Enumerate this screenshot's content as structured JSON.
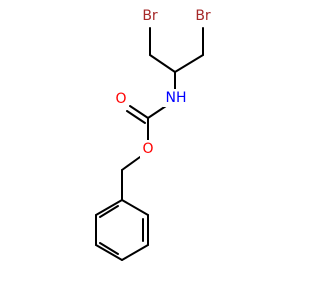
{
  "molecule": {
    "atoms": {
      "br1": {
        "label": "Br",
        "color": "#a62929"
      },
      "br2": {
        "label": "Br",
        "color": "#a62929"
      },
      "nh": {
        "label": "NH",
        "color": "#0000ff"
      },
      "o_carbonyl": {
        "label": "O",
        "color": "#ff0000"
      },
      "o_ester": {
        "label": "O",
        "color": "#ff0000"
      }
    },
    "bond_color": "#000000",
    "background": "#ffffff"
  }
}
